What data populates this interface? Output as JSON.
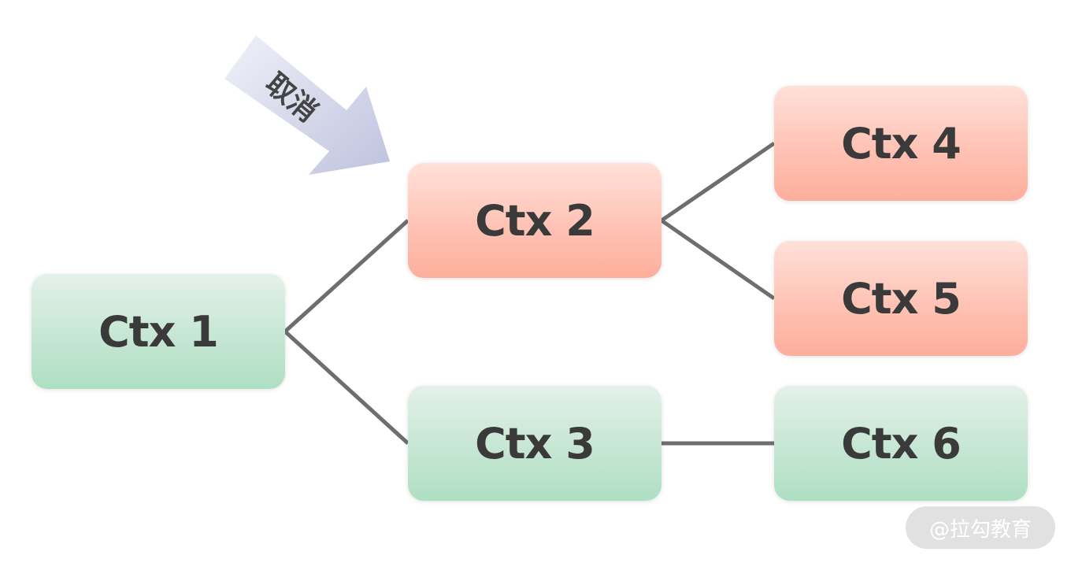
{
  "nodes": [
    {
      "id": "ctx1",
      "label": "Ctx 1",
      "state": "active"
    },
    {
      "id": "ctx2",
      "label": "Ctx 2",
      "state": "cancelled"
    },
    {
      "id": "ctx3",
      "label": "Ctx 3",
      "state": "active"
    },
    {
      "id": "ctx4",
      "label": "Ctx 4",
      "state": "cancelled"
    },
    {
      "id": "ctx5",
      "label": "Ctx 5",
      "state": "cancelled"
    },
    {
      "id": "ctx6",
      "label": "Ctx 6",
      "state": "active"
    }
  ],
  "edges": [
    {
      "from": "ctx1",
      "to": "ctx2"
    },
    {
      "from": "ctx1",
      "to": "ctx3"
    },
    {
      "from": "ctx2",
      "to": "ctx4"
    },
    {
      "from": "ctx2",
      "to": "ctx5"
    },
    {
      "from": "ctx3",
      "to": "ctx6"
    }
  ],
  "cancel_arrow": {
    "label": "取消",
    "target": "ctx2"
  },
  "watermark": {
    "text": "@拉勾教育"
  },
  "colors": {
    "cancelled": "#fdb3a2",
    "active": "#b3e0c8",
    "edge": "#6e6e6e",
    "arrow": "#c8cbe4",
    "text": "#3a3a3a"
  }
}
